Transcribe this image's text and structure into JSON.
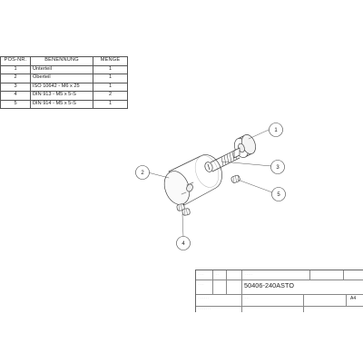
{
  "bom": {
    "headers": {
      "pos": "POS-NR.",
      "name": "BENENNUNG",
      "qty": "MENGE"
    },
    "rows": [
      {
        "pos": "1",
        "name": "Unterteil",
        "qty": "1"
      },
      {
        "pos": "2",
        "name": "Oberteil",
        "qty": "1"
      },
      {
        "pos": "3",
        "name": "ISO 10642 - M6 x 25",
        "qty": "1"
      },
      {
        "pos": "4",
        "name": "DIN 913 - M5 x 5-S",
        "qty": "2"
      },
      {
        "pos": "5",
        "name": "DIN 914 - M5 x 5-S",
        "qty": "1"
      }
    ]
  },
  "balloons": [
    "1",
    "2",
    "3",
    "4",
    "5"
  ],
  "titleblock": {
    "drawing_number": "50406-240ASTO",
    "format": "A4"
  },
  "colors": {
    "line": "#444444",
    "part_fill": "#ffffff",
    "shade": "#d9d9d9"
  }
}
